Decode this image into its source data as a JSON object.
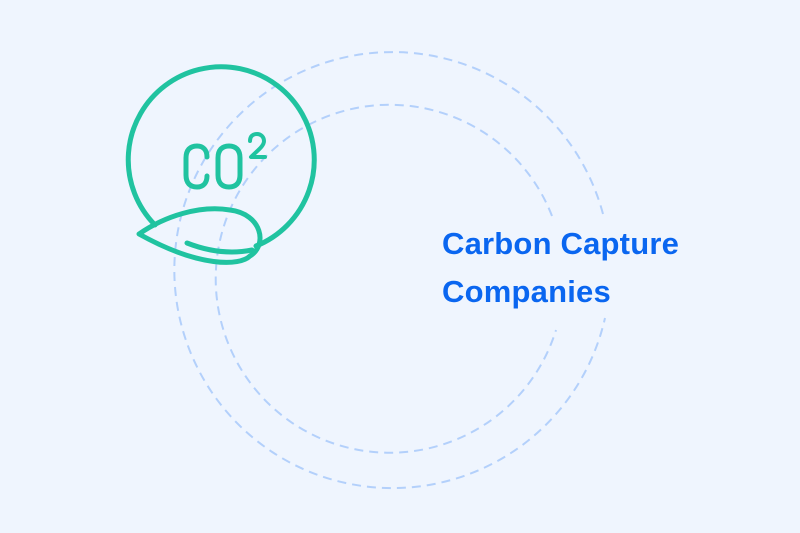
{
  "title": {
    "line1": "Carbon Capture",
    "line2": "Companies"
  },
  "icon": {
    "name": "co2-leaf-icon",
    "text": "CO",
    "superscript": "2"
  },
  "colors": {
    "background": "#eff5fe",
    "accent_green": "#20c3a0",
    "title_blue": "#0a66f0",
    "dashed_circle": "#b3d0fb"
  }
}
